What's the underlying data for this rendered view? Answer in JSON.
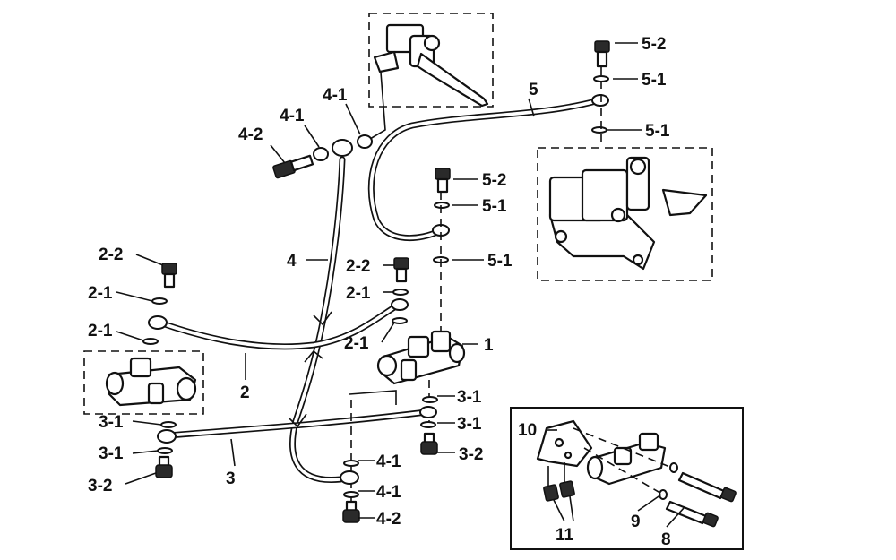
{
  "labels": {
    "l_5_2_top": "5-2",
    "l_5_1_a": "5-1",
    "l_5": "5",
    "l_5_1_b": "5-1",
    "l_5_2_mid": "5-2",
    "l_5_1_c": "5-1",
    "l_5_1_d": "5-1",
    "l_4_2_top": "4-2",
    "l_4_1_a": "4-1",
    "l_4_1_b": "4-1",
    "l_4": "4",
    "l_2_2_left": "2-2",
    "l_2_2_right": "2-2",
    "l_2_1_a": "2-1",
    "l_2_1_b": "2-1",
    "l_2_1_c": "2-1",
    "l_2_1_d": "2-1",
    "l_1": "1",
    "l_2": "2",
    "l_3_1_a": "3-1",
    "l_3_1_b": "3-1",
    "l_3_1_c": "3-1",
    "l_3_1_d": "3-1",
    "l_3_2_left": "3-2",
    "l_3_2_right": "3-2",
    "l_3": "3",
    "l_4_1_c": "4-1",
    "l_4_1_d": "4-1",
    "l_4_2_bottom": "4-2",
    "l_10": "10",
    "l_11": "11",
    "l_9": "9",
    "l_8": "8"
  }
}
